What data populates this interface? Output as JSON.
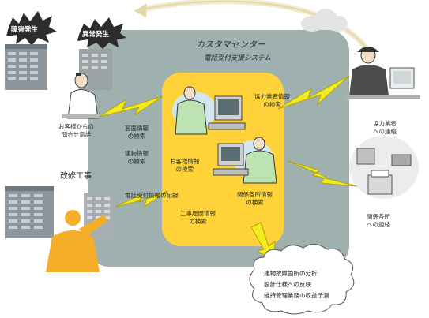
{
  "diagram": {
    "title": "カスタマセンター",
    "subtitle": "電話受付支援システム",
    "bursts": {
      "failure": "障害発生",
      "abnormal": "異常発生"
    },
    "labels": {
      "customer_inquiry": [
        "お客様からの",
        "問合せ電話"
      ],
      "window_info": [
        "窓面情報",
        "の検索"
      ],
      "building_info": [
        "建物情報",
        "の検索"
      ],
      "customer_info": [
        "お客様情報",
        "の検索"
      ],
      "partner_search": [
        "協力業者情報",
        "の検索"
      ],
      "partner_contact": [
        "協力業者",
        "への連絡"
      ],
      "call_record": "電話受付情報の記録",
      "construction_history": [
        "工事履歴情報",
        "の検索"
      ],
      "related_search": [
        "関係各所情報",
        "の検索"
      ],
      "related_contact": [
        "関係各所",
        "への連絡"
      ],
      "repair": "改修工事"
    },
    "cloud_items": [
      "建物故障箇所の分析",
      "設計仕様への反映",
      "維持管理業務の収益予測"
    ]
  }
}
